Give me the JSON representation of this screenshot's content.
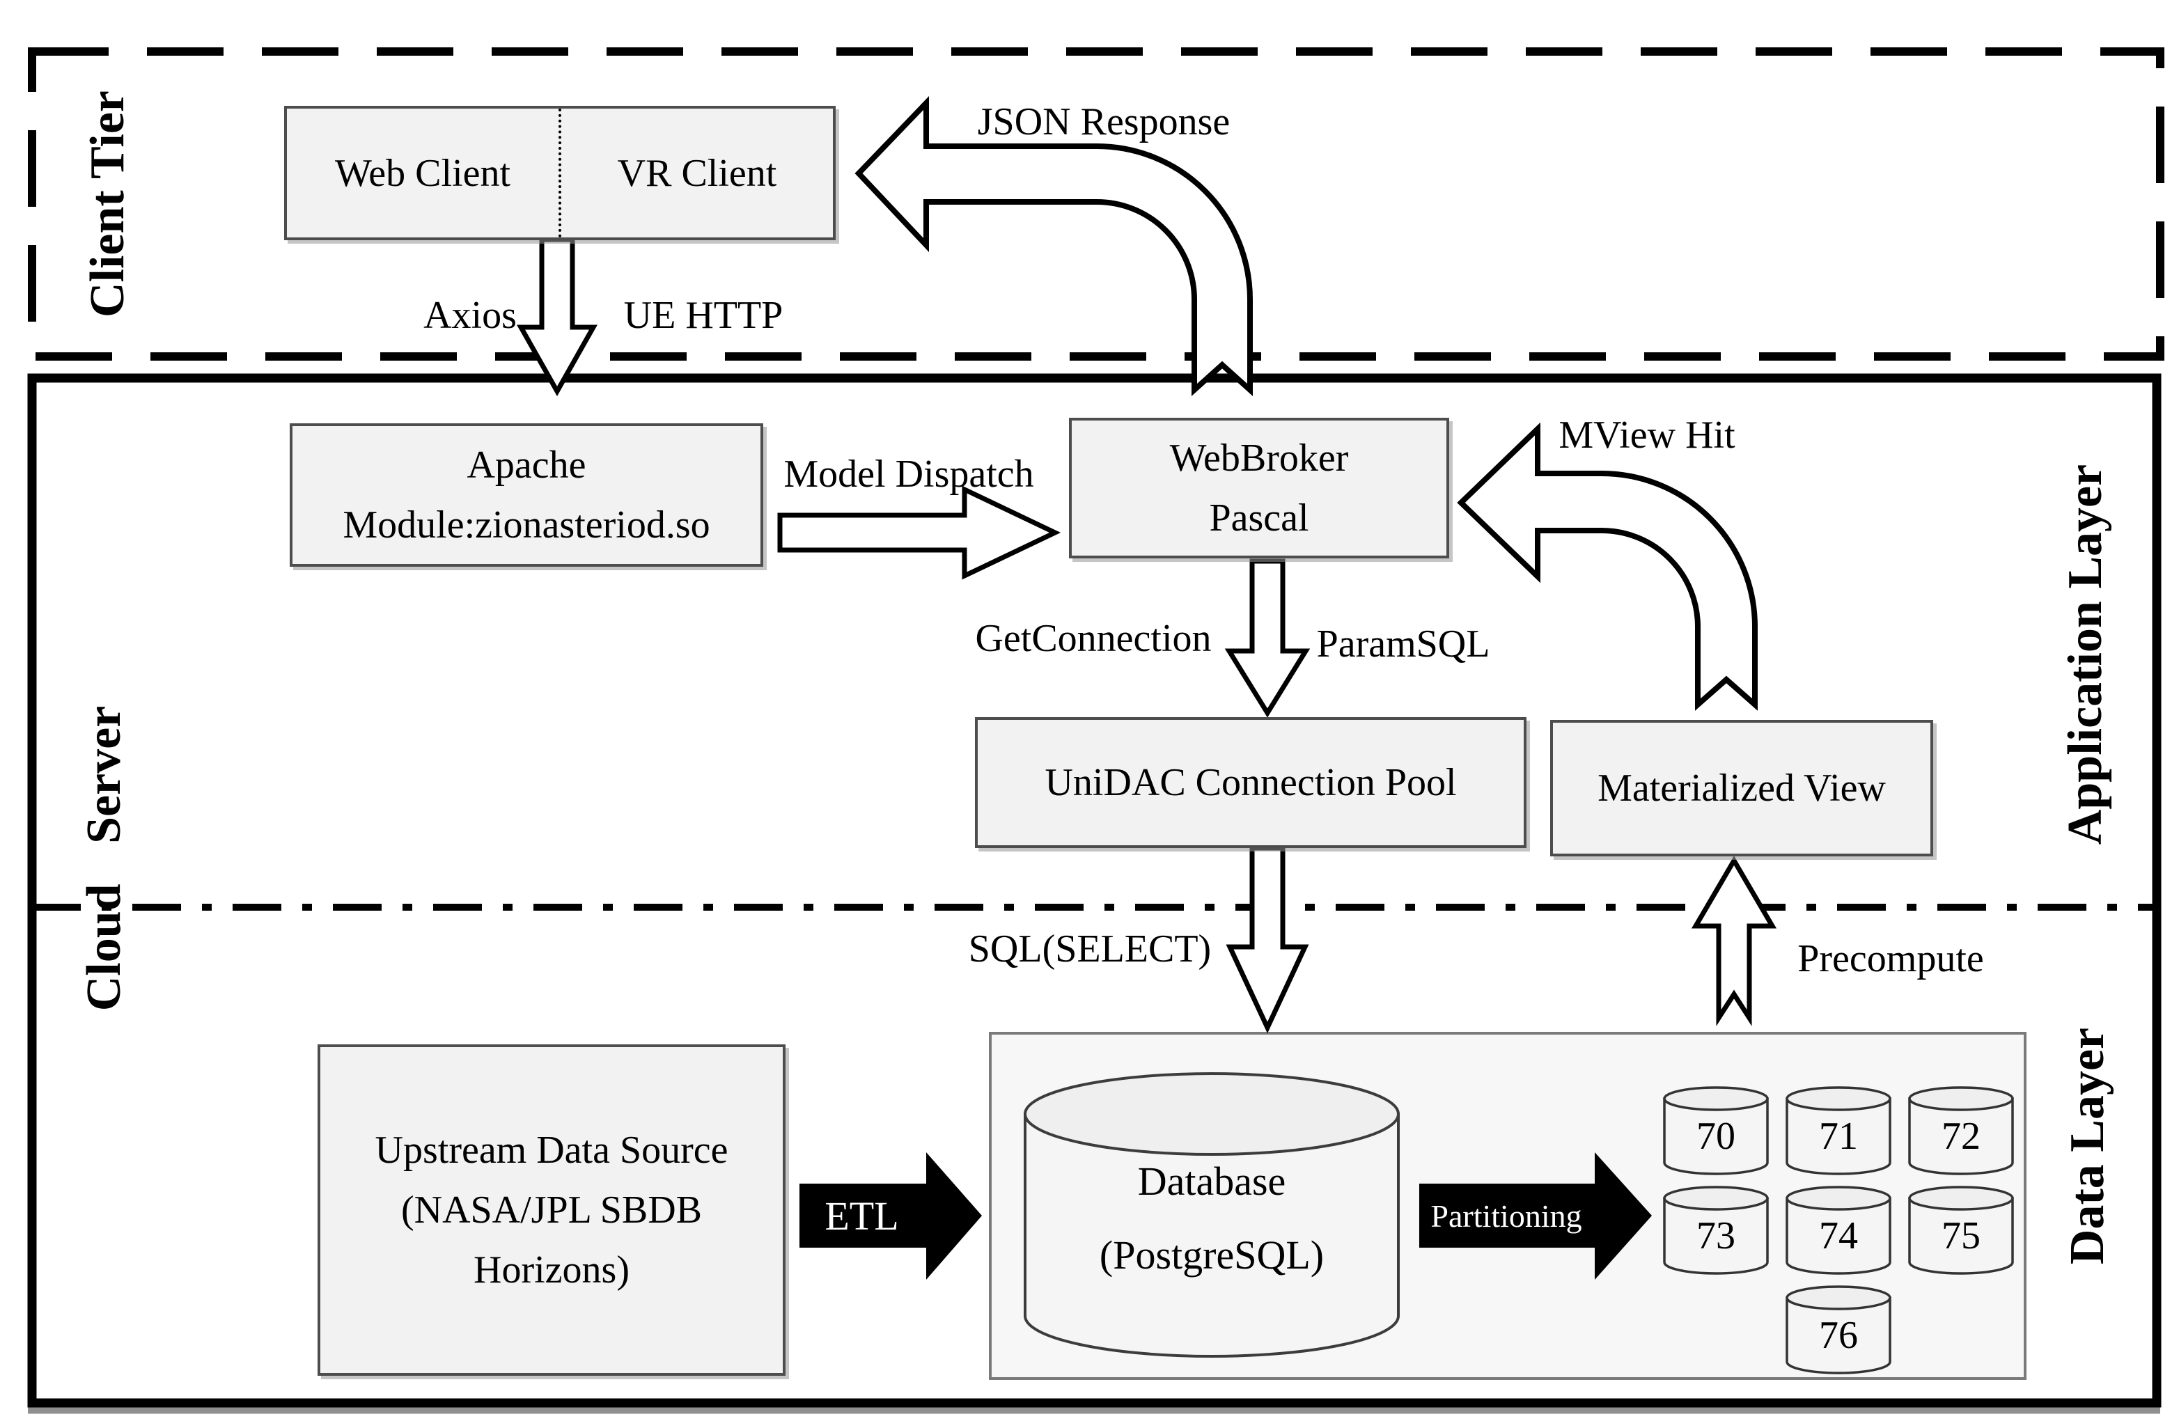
{
  "tiers": {
    "client_tier_label": "Client Tier",
    "cloud_server_label": "Cloud Server",
    "application_layer_label": "Application Layer",
    "data_layer_label": "Data Layer"
  },
  "client_tier": {
    "web_client": "Web Client",
    "vr_client": "VR Client"
  },
  "application_layer": {
    "apache_line1": "Apache",
    "apache_line2": "Module:zionasteriod.so",
    "webbroker_line1": "WebBroker",
    "webbroker_line2": "Pascal",
    "unidac": "UniDAC Connection Pool",
    "materialized_view": "Materialized View"
  },
  "data_layer": {
    "upstream_line1": "Upstream Data Source",
    "upstream_line2": "(NASA/JPL SBDB",
    "upstream_line3": "Horizons)",
    "database_line1": "Database",
    "database_line2": "(PostgreSQL)",
    "partitions": [
      "70",
      "71",
      "72",
      "73",
      "74",
      "75",
      "76"
    ]
  },
  "edges": {
    "json_response": "JSON Response",
    "axios": "Axios",
    "ue_http": "UE HTTP",
    "model_dispatch": "Model Dispatch",
    "mview_hit": "MView Hit",
    "get_connection": "GetConnection",
    "param_sql": "ParamSQL",
    "sql_select": "SQL(SELECT)",
    "precompute": "Precompute",
    "etl": "ETL",
    "partitioning": "Partitioning"
  },
  "colors": {
    "line": "#000000",
    "box_border": "#4d4d4d",
    "box_fill": "#f2f2f2",
    "container_fill": "#f7f7f7",
    "cylinder_fill": "#f5f5f5",
    "arrow_fill": "#ffffff",
    "solid_arrow": "#000000"
  }
}
